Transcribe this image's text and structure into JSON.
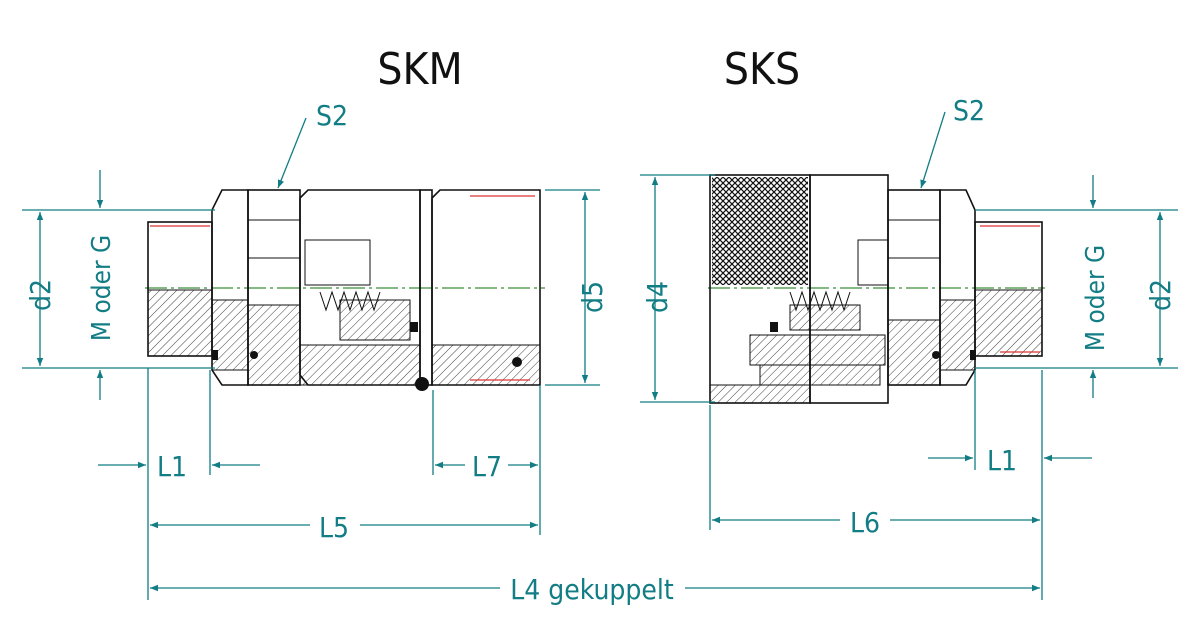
{
  "titles": {
    "left": "SKM",
    "right": "SKS"
  },
  "labels": {
    "s2_left": "S2",
    "s2_right": "S2",
    "d2_left": "d2",
    "thread_left": "M oder G",
    "d5": "d5",
    "d4": "d4",
    "thread_right": "M oder G",
    "d2_right": "d2",
    "l1_left": "L1",
    "l7": "L7",
    "l5": "L5",
    "l6": "L6",
    "l1_right": "L1",
    "l4": "L4 gekuppelt"
  },
  "colors": {
    "dimension": "#127d84",
    "outline": "#111111",
    "centerline": "#3a8f3a"
  }
}
